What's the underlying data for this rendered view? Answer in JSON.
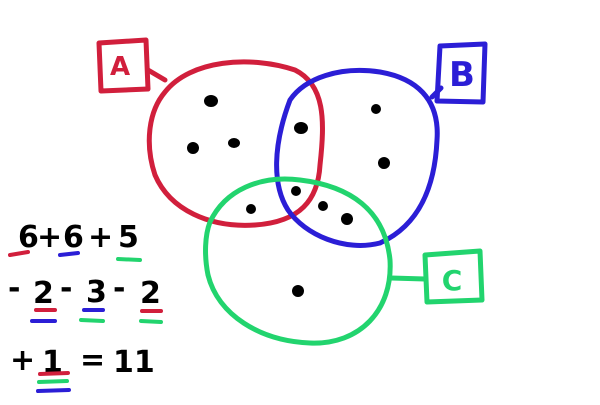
{
  "colors": {
    "red": "#d11f3c",
    "blue": "#2b1ed6",
    "green": "#22d46e",
    "ink": "#000000",
    "background": "#ffffff"
  },
  "sets": [
    {
      "label": "A",
      "color": "red"
    },
    {
      "label": "B",
      "color": "blue"
    },
    {
      "label": "C",
      "color": "green"
    }
  ],
  "region_dot_counts": {
    "A_only": 3,
    "B_only": 2,
    "C_only": 1,
    "A_and_B_only": 1,
    "A_and_C_only": 1,
    "B_and_C_only": 2,
    "A_and_B_and_C": 1
  },
  "equation": {
    "line1": [
      "6",
      "+",
      "6",
      "+",
      "5"
    ],
    "line2": [
      "-",
      "2",
      "-",
      "3",
      "-",
      "2"
    ],
    "line3": [
      "+",
      "1",
      "=",
      "11"
    ]
  }
}
